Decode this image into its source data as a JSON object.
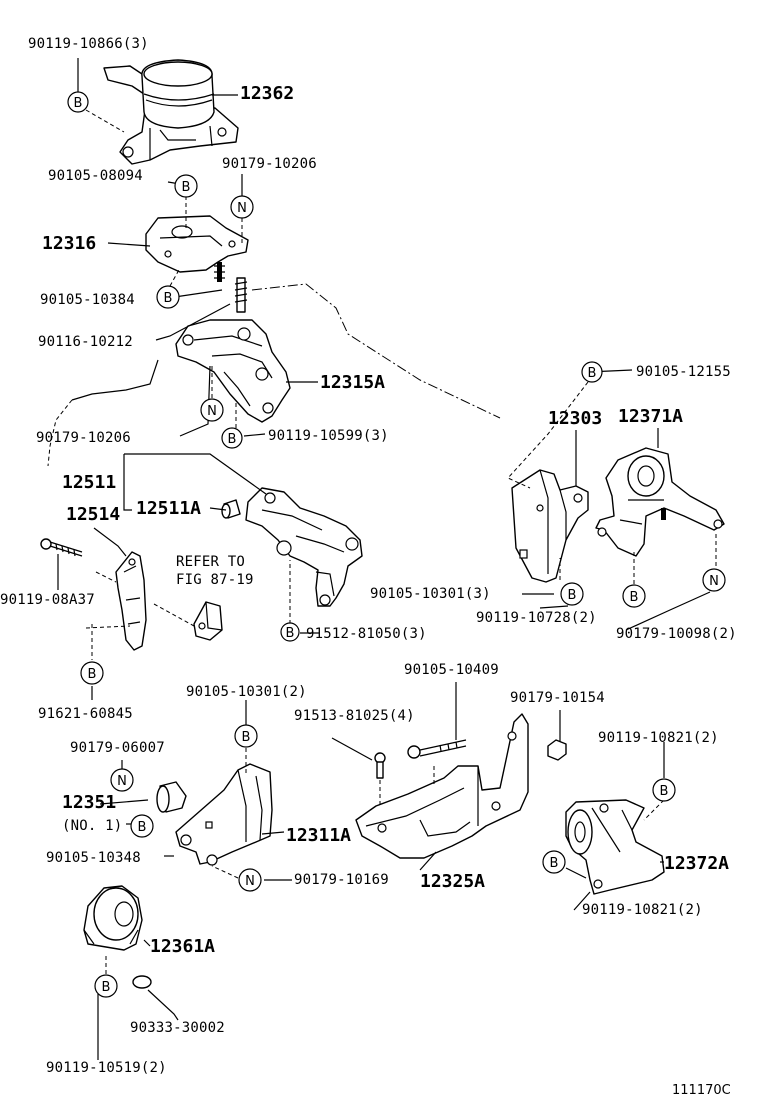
{
  "diagram_code": "111170C",
  "refer_text": [
    "REFER TO",
    "FIG 87-19"
  ],
  "mark_b": "B",
  "mark_n": "N",
  "labels": {
    "p_90119_10866": "90119-10866(3)",
    "p_12362": "12362",
    "p_90105_08094": "90105-08094",
    "p_90179_10206_top": "90179-10206",
    "p_12316": "12316",
    "p_90105_10384": "90105-10384",
    "p_90116_10212": "90116-10212",
    "p_12315A": "12315A",
    "p_90179_10206_mid": "90179-10206",
    "p_90119_10599": "90119-10599(3)",
    "p_90105_12155": "90105-12155",
    "p_12303": "12303",
    "p_12371A": "12371A",
    "p_12511": "12511",
    "p_12511A": "12511A",
    "p_12514": "12514",
    "p_90119_08A37": "90119-08A37",
    "p_90105_10301_3": "90105-10301(3)",
    "p_90119_10728": "90119-10728(2)",
    "p_90179_10098": "90179-10098(2)",
    "p_91512_81050": "91512-81050(3)",
    "p_91621_60845": "91621-60845",
    "p_90105_10409": "90105-10409",
    "p_90179_10154": "90179-10154",
    "p_90105_10301_2": "90105-10301(2)",
    "p_91513_81025": "91513-81025(4)",
    "p_90119_10821_a": "90119-10821(2)",
    "p_90179_06007": "90179-06007",
    "p_12351": "12351",
    "p_no1": "(NO. 1)",
    "p_90105_10348": "90105-10348",
    "p_12311A": "12311A",
    "p_12372A": "12372A",
    "p_90179_10169": "90179-10169",
    "p_12325A": "12325A",
    "p_90119_10821_b": "90119-10821(2)",
    "p_12361A": "12361A",
    "p_90333_30002": "90333-30002",
    "p_90119_10519": "90119-10519(2)"
  }
}
